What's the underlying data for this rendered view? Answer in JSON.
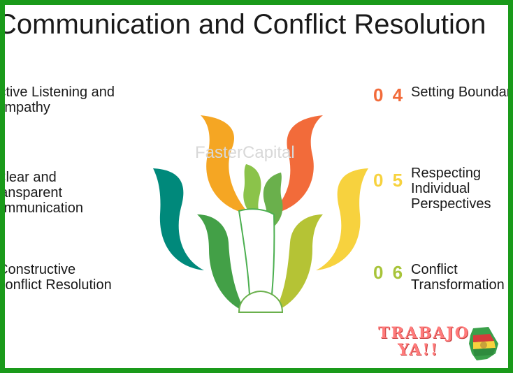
{
  "title": "Communication and Conflict Resolution",
  "items": [
    {
      "lines": [
        "Active Listening and",
        "Empathy"
      ]
    },
    {
      "lines": [
        "Clear and",
        "Transparent",
        "Communication"
      ]
    },
    {
      "lines": [
        "Constructive",
        "Conflict Resolution"
      ]
    },
    {
      "number": "0 4",
      "lines": [
        "Setting Boundaries"
      ]
    },
    {
      "number": "0 5",
      "lines": [
        "Respecting",
        "Individual",
        "Perspectives"
      ]
    },
    {
      "number": "0 6",
      "lines": [
        "Conflict",
        "Transformation"
      ]
    }
  ],
  "watermark": "FasterCapital",
  "logo": {
    "line1": "TRABAJO",
    "line2": "YA!!"
  },
  "colors": {
    "frame": "#1a9a1a",
    "num04": "#f26b3a",
    "num05": "#f7d23e",
    "num06": "#a8c43a"
  }
}
